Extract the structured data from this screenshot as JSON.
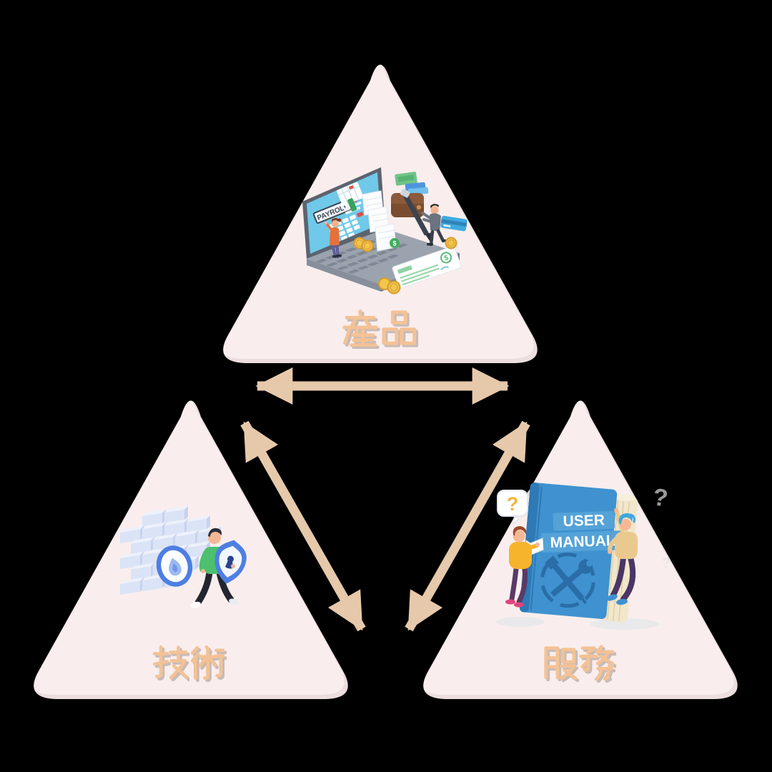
{
  "scene": {
    "description": "Triad diagram of three rounded pink triangles linked by tan double-headed arrows",
    "background_color": "#000000"
  },
  "colors": {
    "triangle_fill": "#f9eeed",
    "triangle_edge_shadow": "#ecdede",
    "arrow": "#e6c9ab",
    "label_text": "#f4c295"
  },
  "nodes": [
    {
      "id": "product",
      "label": "產品",
      "position": "top",
      "illustration": "payroll laptop with money, wallet, coins and check"
    },
    {
      "id": "technology",
      "label": "技術",
      "position": "bottom-left",
      "illustration": "firewall brick wall, flame badge and man holding shield"
    },
    {
      "id": "service",
      "label": "服務",
      "position": "bottom-right",
      "illustration": "giant user manual book with two people"
    }
  ],
  "connections": [
    {
      "id": "arrow-horizontal",
      "type": "double-headed-arrow",
      "connects": [
        "technology",
        "service"
      ]
    },
    {
      "id": "arrow-left-diagonal",
      "type": "double-headed-arrow",
      "connects": [
        "product",
        "technology"
      ]
    },
    {
      "id": "arrow-right-diagonal",
      "type": "double-headed-arrow",
      "connects": [
        "product",
        "service"
      ]
    }
  ],
  "texts": {
    "payroll_screen_label": "PAYROLL",
    "manual_title_line1": "USER",
    "manual_title_line2": "MANUAL",
    "question_mark": "?",
    "dollar_sign": "$"
  }
}
